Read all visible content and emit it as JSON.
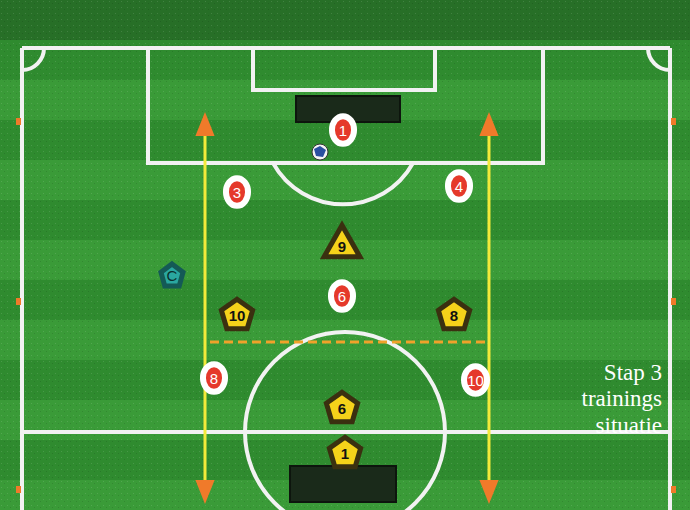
{
  "diagram": {
    "nodes": [
      {
        "text": [
          "1"
        ]
      },
      {
        "text": [
          "3"
        ]
      },
      {
        "text": [
          "4"
        ]
      },
      {
        "text": [
          "9"
        ]
      },
      {
        "text": [
          "C"
        ]
      },
      {
        "text": [
          "6"
        ]
      },
      {
        "text": [
          "10"
        ]
      },
      {
        "text": [
          "8"
        ]
      },
      {
        "text": [
          "8"
        ]
      },
      {
        "text": [
          "10"
        ]
      },
      {
        "text": [
          "6"
        ]
      },
      {
        "text": [
          "1"
        ]
      }
    ],
    "labels": [
      "Stap 3 trainings situatie"
    ]
  }
}
